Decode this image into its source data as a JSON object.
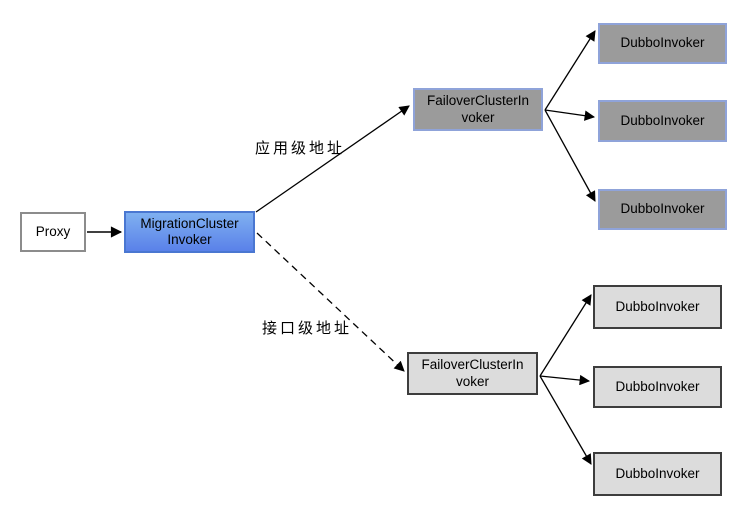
{
  "colors": {
    "proxy_border": "#8c8c8c",
    "migration_fill_top": "#7fb0f0",
    "migration_fill_bottom": "#5a81e9",
    "migration_border": "#4a77d1",
    "gray_fill": "#9b9b9b",
    "gray_border": "#8fa3d9",
    "light_fill": "#dcdcdc",
    "light_border": "#3d3d3d",
    "line": "#000000"
  },
  "nodes": {
    "proxy": "Proxy",
    "migration": "MigrationCluster\nInvoker",
    "failover_app": "FailoverClusterIn\nvoker",
    "failover_interface": "FailoverClusterIn\nvoker",
    "dubbo_app": [
      "DubboInvoker",
      "DubboInvoker",
      "DubboInvoker"
    ],
    "dubbo_interface": [
      "DubboInvoker",
      "DubboInvoker",
      "DubboInvoker"
    ]
  },
  "edge_labels": {
    "app_level": "应用级地址",
    "interface_level": "接口级地址"
  }
}
